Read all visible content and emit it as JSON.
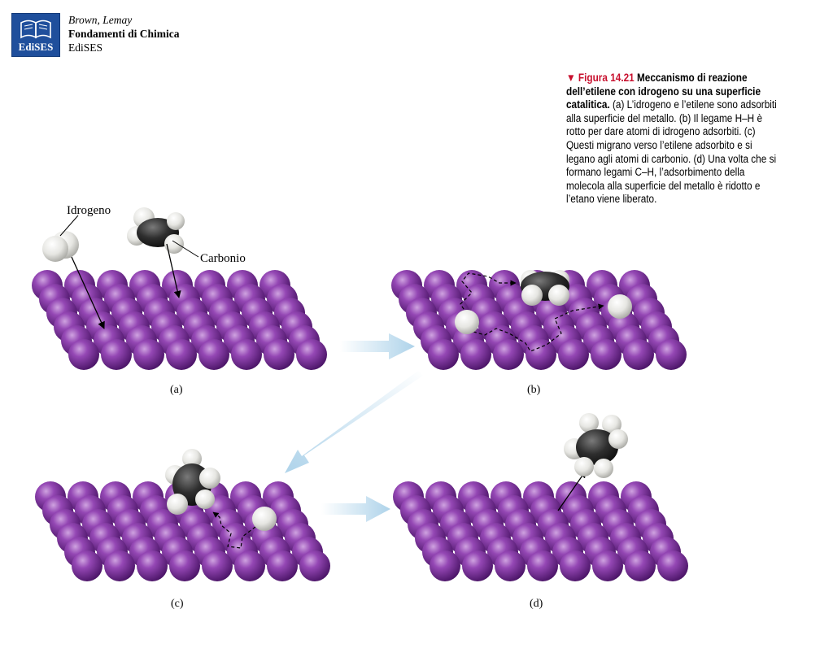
{
  "publisher": {
    "logo_text": "EdiSES",
    "authors": "Brown, Lemay",
    "book_title": "Fondamenti di Chimica",
    "publisher_name": "EdiSES"
  },
  "caption": {
    "figure_number": "▼ Figura 14.21",
    "title": "Meccanismo di reazione dell’etilene con idrogeno su una superficie catalitica.",
    "body": "(a) L’idrogeno e l’etilene sono adsorbiti alla superficie del metallo. (b) Il legame H–H è rotto per dare atomi di idrogeno adsorbiti. (c) Questi migrano verso l’etilene adsorbito e si legano agli atomi di carbonio. (d) Una volta che si formano legami C–H, l’adsorbimento della molecola alla superficie del metallo è ridotto e l’etano viene liberato."
  },
  "labels": {
    "hydrogen": "Idrogeno",
    "carbon": "Carbonio"
  },
  "panels": [
    {
      "label": "(a)"
    },
    {
      "label": "(b)"
    },
    {
      "label": "(c)"
    },
    {
      "label": "(d)"
    }
  ],
  "colors": {
    "metal_atom": "#8a3aa8",
    "metal_atom_dark": "#4a1466",
    "hydrogen_atom": "#e8e8e4",
    "carbon_atom": "#2a2a2a",
    "process_arrow": "#aed3ea",
    "figure_marker": "#c8102e",
    "logo_background": "#1f4f9c"
  }
}
